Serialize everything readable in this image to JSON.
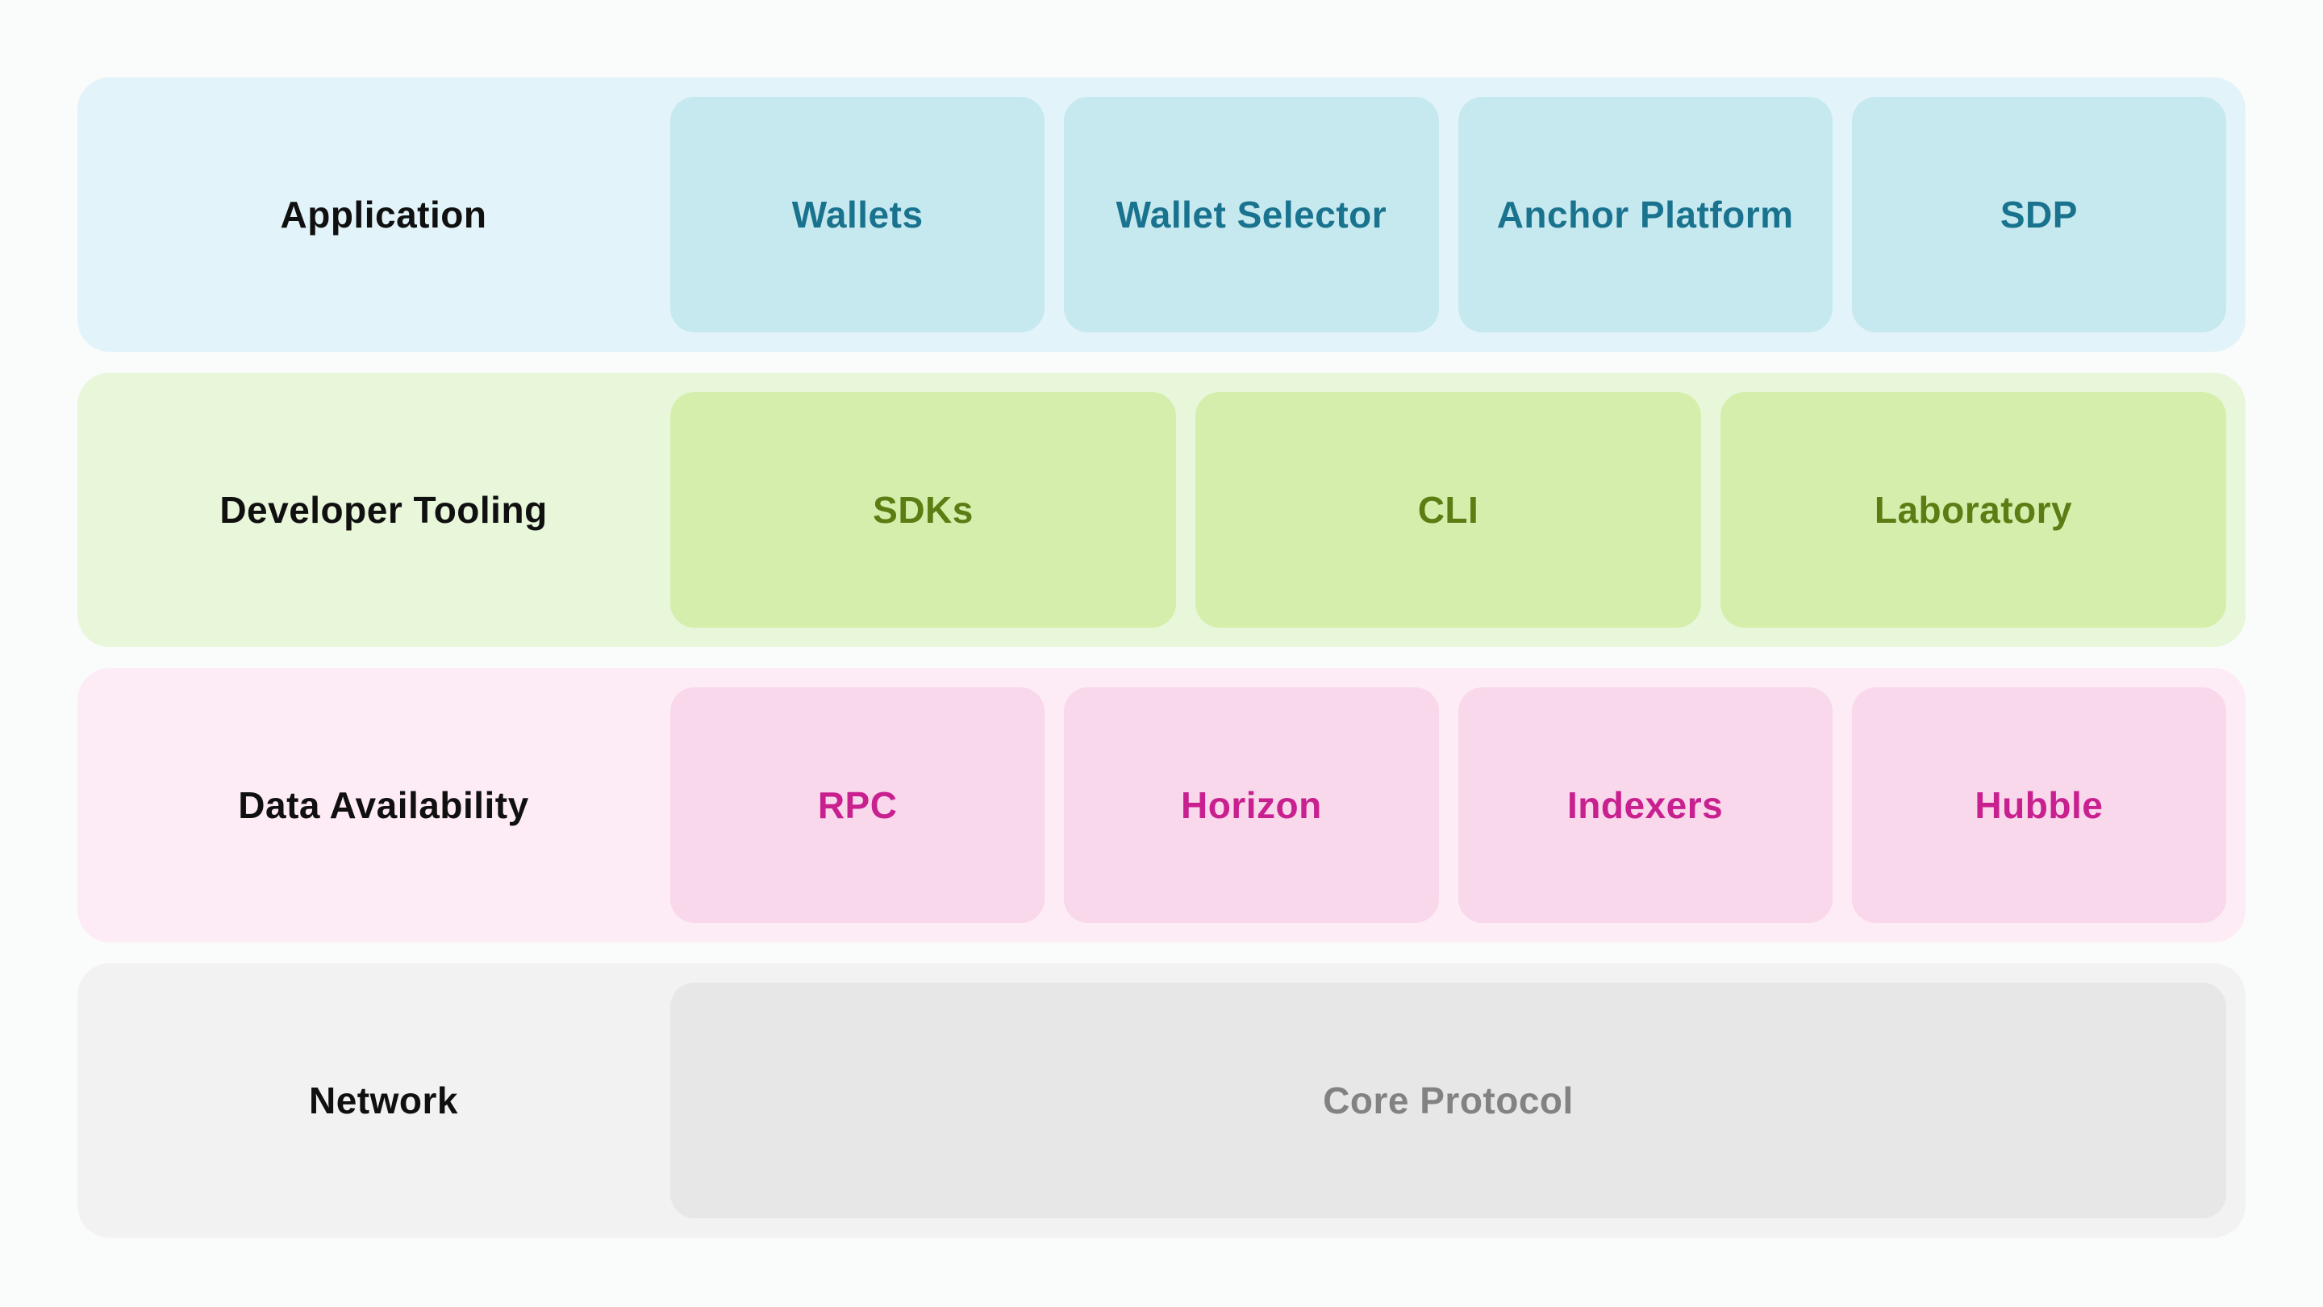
{
  "diagram": {
    "background_color": "#fafbfb",
    "rows": [
      {
        "id": "application",
        "label": "Application",
        "label_color": "#101010",
        "row_bg": "#e2f4f9",
        "box_bg": "#c6e8ef",
        "box_text_color": "#1a738e",
        "items": [
          "Wallets",
          "Wallet Selector",
          "Anchor Platform",
          "SDP"
        ]
      },
      {
        "id": "developer-tooling",
        "label": "Developer Tooling",
        "label_color": "#101010",
        "row_bg": "#e8f6da",
        "box_bg": "#d6eeac",
        "box_text_color": "#5b7d13",
        "items": [
          "SDKs",
          "CLI",
          "Laboratory"
        ]
      },
      {
        "id": "data-availability",
        "label": "Data Availability",
        "label_color": "#101010",
        "row_bg": "#fdecf5",
        "box_bg": "#f8d8ea",
        "box_text_color": "#c92090",
        "items": [
          "RPC",
          "Horizon",
          "Indexers",
          "Hubble"
        ]
      },
      {
        "id": "network",
        "label": "Network",
        "label_color": "#101010",
        "row_bg": "#f2f2f2",
        "box_bg": "#e7e7e7",
        "box_text_color": "#828282",
        "items": [
          "Core Protocol"
        ]
      }
    ]
  }
}
